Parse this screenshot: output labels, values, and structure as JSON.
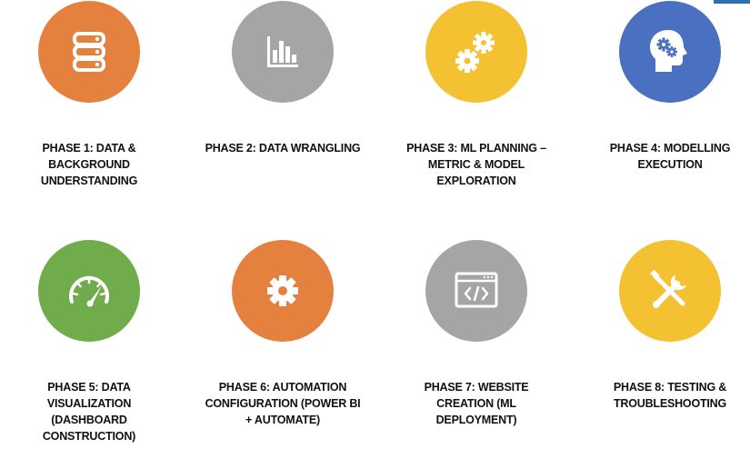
{
  "colors": {
    "orange": "#e4813f",
    "gray": "#a5a5a5",
    "yellow": "#f4c133",
    "blue": "#4a70c1",
    "green": "#71ac4c",
    "icon": "#ffffff"
  },
  "phases": [
    {
      "label": "PHASE 1: DATA & BACKGROUND UNDERSTANDING",
      "color": "orange",
      "icon": "database-icon"
    },
    {
      "label": "PHASE 2: DATA WRANGLING",
      "color": "gray",
      "icon": "bar-chart-icon"
    },
    {
      "label": "PHASE 3: ML PLANNING – METRIC & MODEL EXPLORATION",
      "color": "yellow",
      "icon": "gears-icon"
    },
    {
      "label": "PHASE 4: MODELLING EXECUTION",
      "color": "blue",
      "icon": "head-gears-icon"
    },
    {
      "label": "PHASE 5: DATA VISUALIZATION (DASHBOARD CONSTRUCTION)",
      "color": "green",
      "icon": "gauge-icon"
    },
    {
      "label": "PHASE 6: AUTOMATION CONFIGURATION (POWER BI + AUTOMATE)",
      "color": "orange",
      "icon": "gear-icon"
    },
    {
      "label": "PHASE 7: WEBSITE CREATION (ML DEPLOYMENT)",
      "color": "gray",
      "icon": "code-window-icon"
    },
    {
      "label": "PHASE 8: TESTING & TROUBLESHOOTING",
      "color": "yellow",
      "icon": "tools-icon"
    }
  ]
}
